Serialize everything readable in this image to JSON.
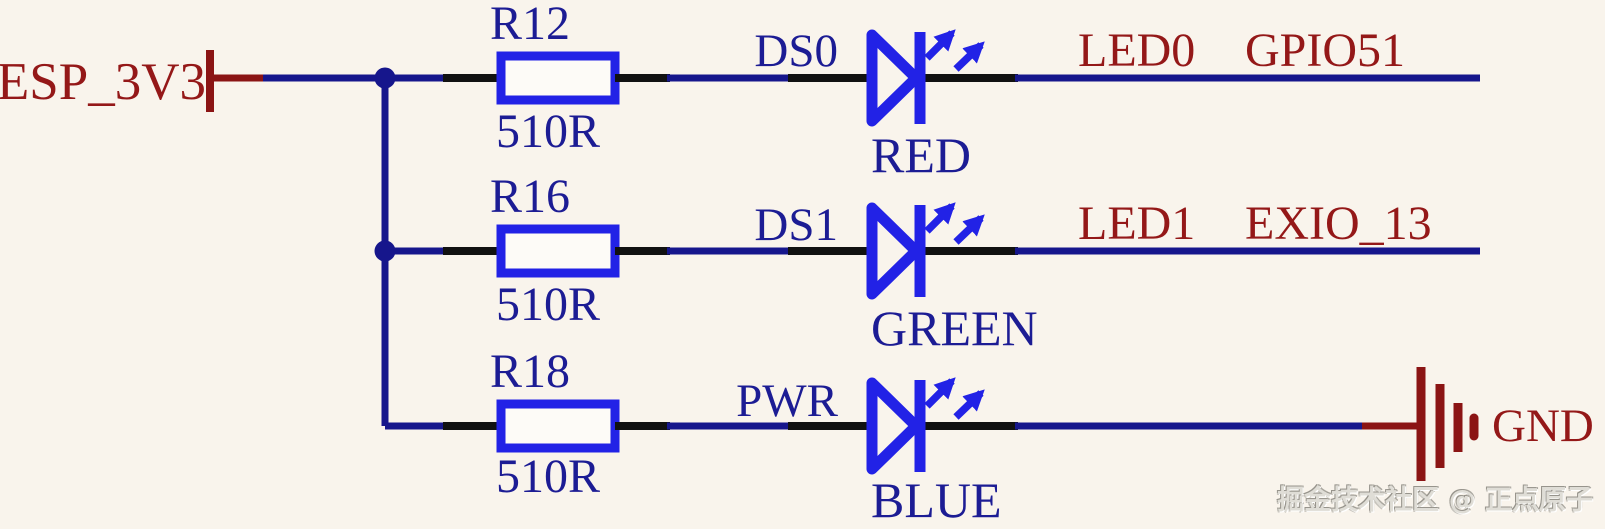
{
  "schematic": {
    "power_label": "ESP_3V3",
    "ground_label": "GND",
    "rows": [
      {
        "resistor_ref": "R12",
        "resistor_value": "510R",
        "led_ref": "DS0",
        "led_color": "RED",
        "net_label": "LED0",
        "pin_label": "GPIO51"
      },
      {
        "resistor_ref": "R16",
        "resistor_value": "510R",
        "led_ref": "DS1",
        "led_color": "GREEN",
        "net_label": "LED1",
        "pin_label": "EXIO_13"
      },
      {
        "resistor_ref": "R18",
        "resistor_value": "510R",
        "led_ref": "PWR",
        "led_color": "BLUE",
        "net_label": "",
        "pin_label": ""
      }
    ],
    "colors": {
      "background": "#F9F4EC",
      "wire_blue": "#16168C",
      "symbol_blue": "#2222E6",
      "component_text_blue": "#1C1C94",
      "net_text_red": "#941818",
      "symbol_red": "#8B1414",
      "pin_lead_black": "#111111"
    }
  },
  "watermark": {
    "text": "掘金技术社区 @ 正点原子"
  }
}
